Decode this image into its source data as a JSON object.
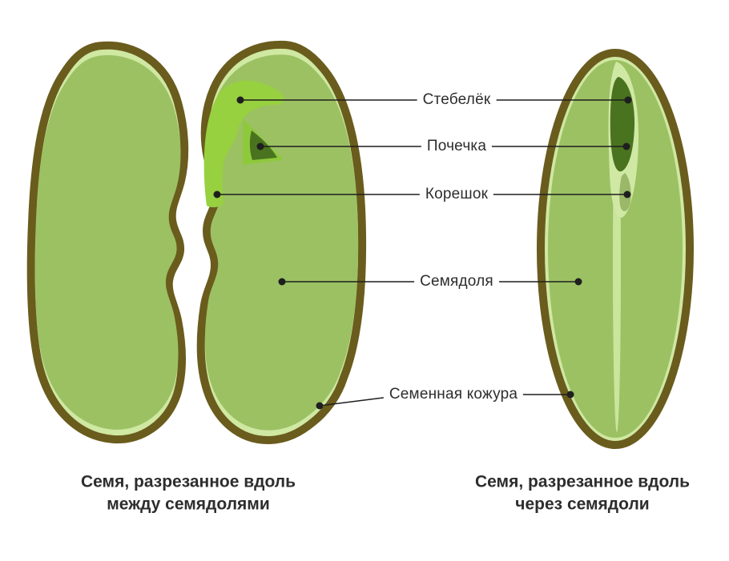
{
  "diagram": {
    "labels": [
      {
        "text": "Стебелёк"
      },
      {
        "text": "Почечка"
      },
      {
        "text": "Корешок"
      },
      {
        "text": "Семядоля"
      },
      {
        "text": "Семенная кожура"
      }
    ],
    "captions": {
      "left": [
        "Семя, разрезанное вдоль",
        "между семядолями"
      ],
      "right": [
        "Семя, разрезанное вдоль",
        "через семядоли"
      ]
    },
    "colors": {
      "seed_coat": "#6a5c1d",
      "seed_rim": "#cfe8a2",
      "seed_flesh": "#9cc163",
      "embryo_bright": "#97d13f",
      "embryo_mid": "#8ec93c",
      "bud_dark": "#4a731f",
      "root_tip": "#9bb868",
      "stripe": "#c9e69c",
      "teardrop": "#cfe9a4",
      "line": "#1f1f1f",
      "text": "#2d2d2d"
    }
  }
}
